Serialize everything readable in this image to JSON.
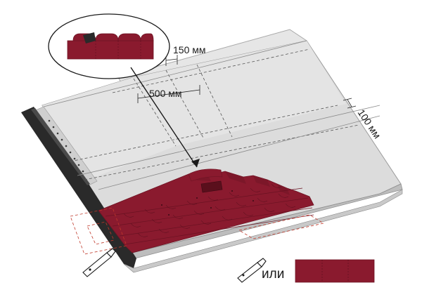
{
  "dimensions": {
    "overlap_150": "150 мм",
    "spacing_500": "500 мм",
    "overlap_100": "100 мм"
  },
  "legend": {
    "or_label": "или"
  },
  "colors": {
    "shingle": "#8a1a2e",
    "shingle_dark": "#6e1424",
    "underlay": "#dcdcdc",
    "underlay_light": "#e9e9e9",
    "drip_edge": "#2a2a2a"
  },
  "icons": {
    "knife_left": "utility-knife-icon",
    "knife_legend": "utility-knife-icon"
  }
}
